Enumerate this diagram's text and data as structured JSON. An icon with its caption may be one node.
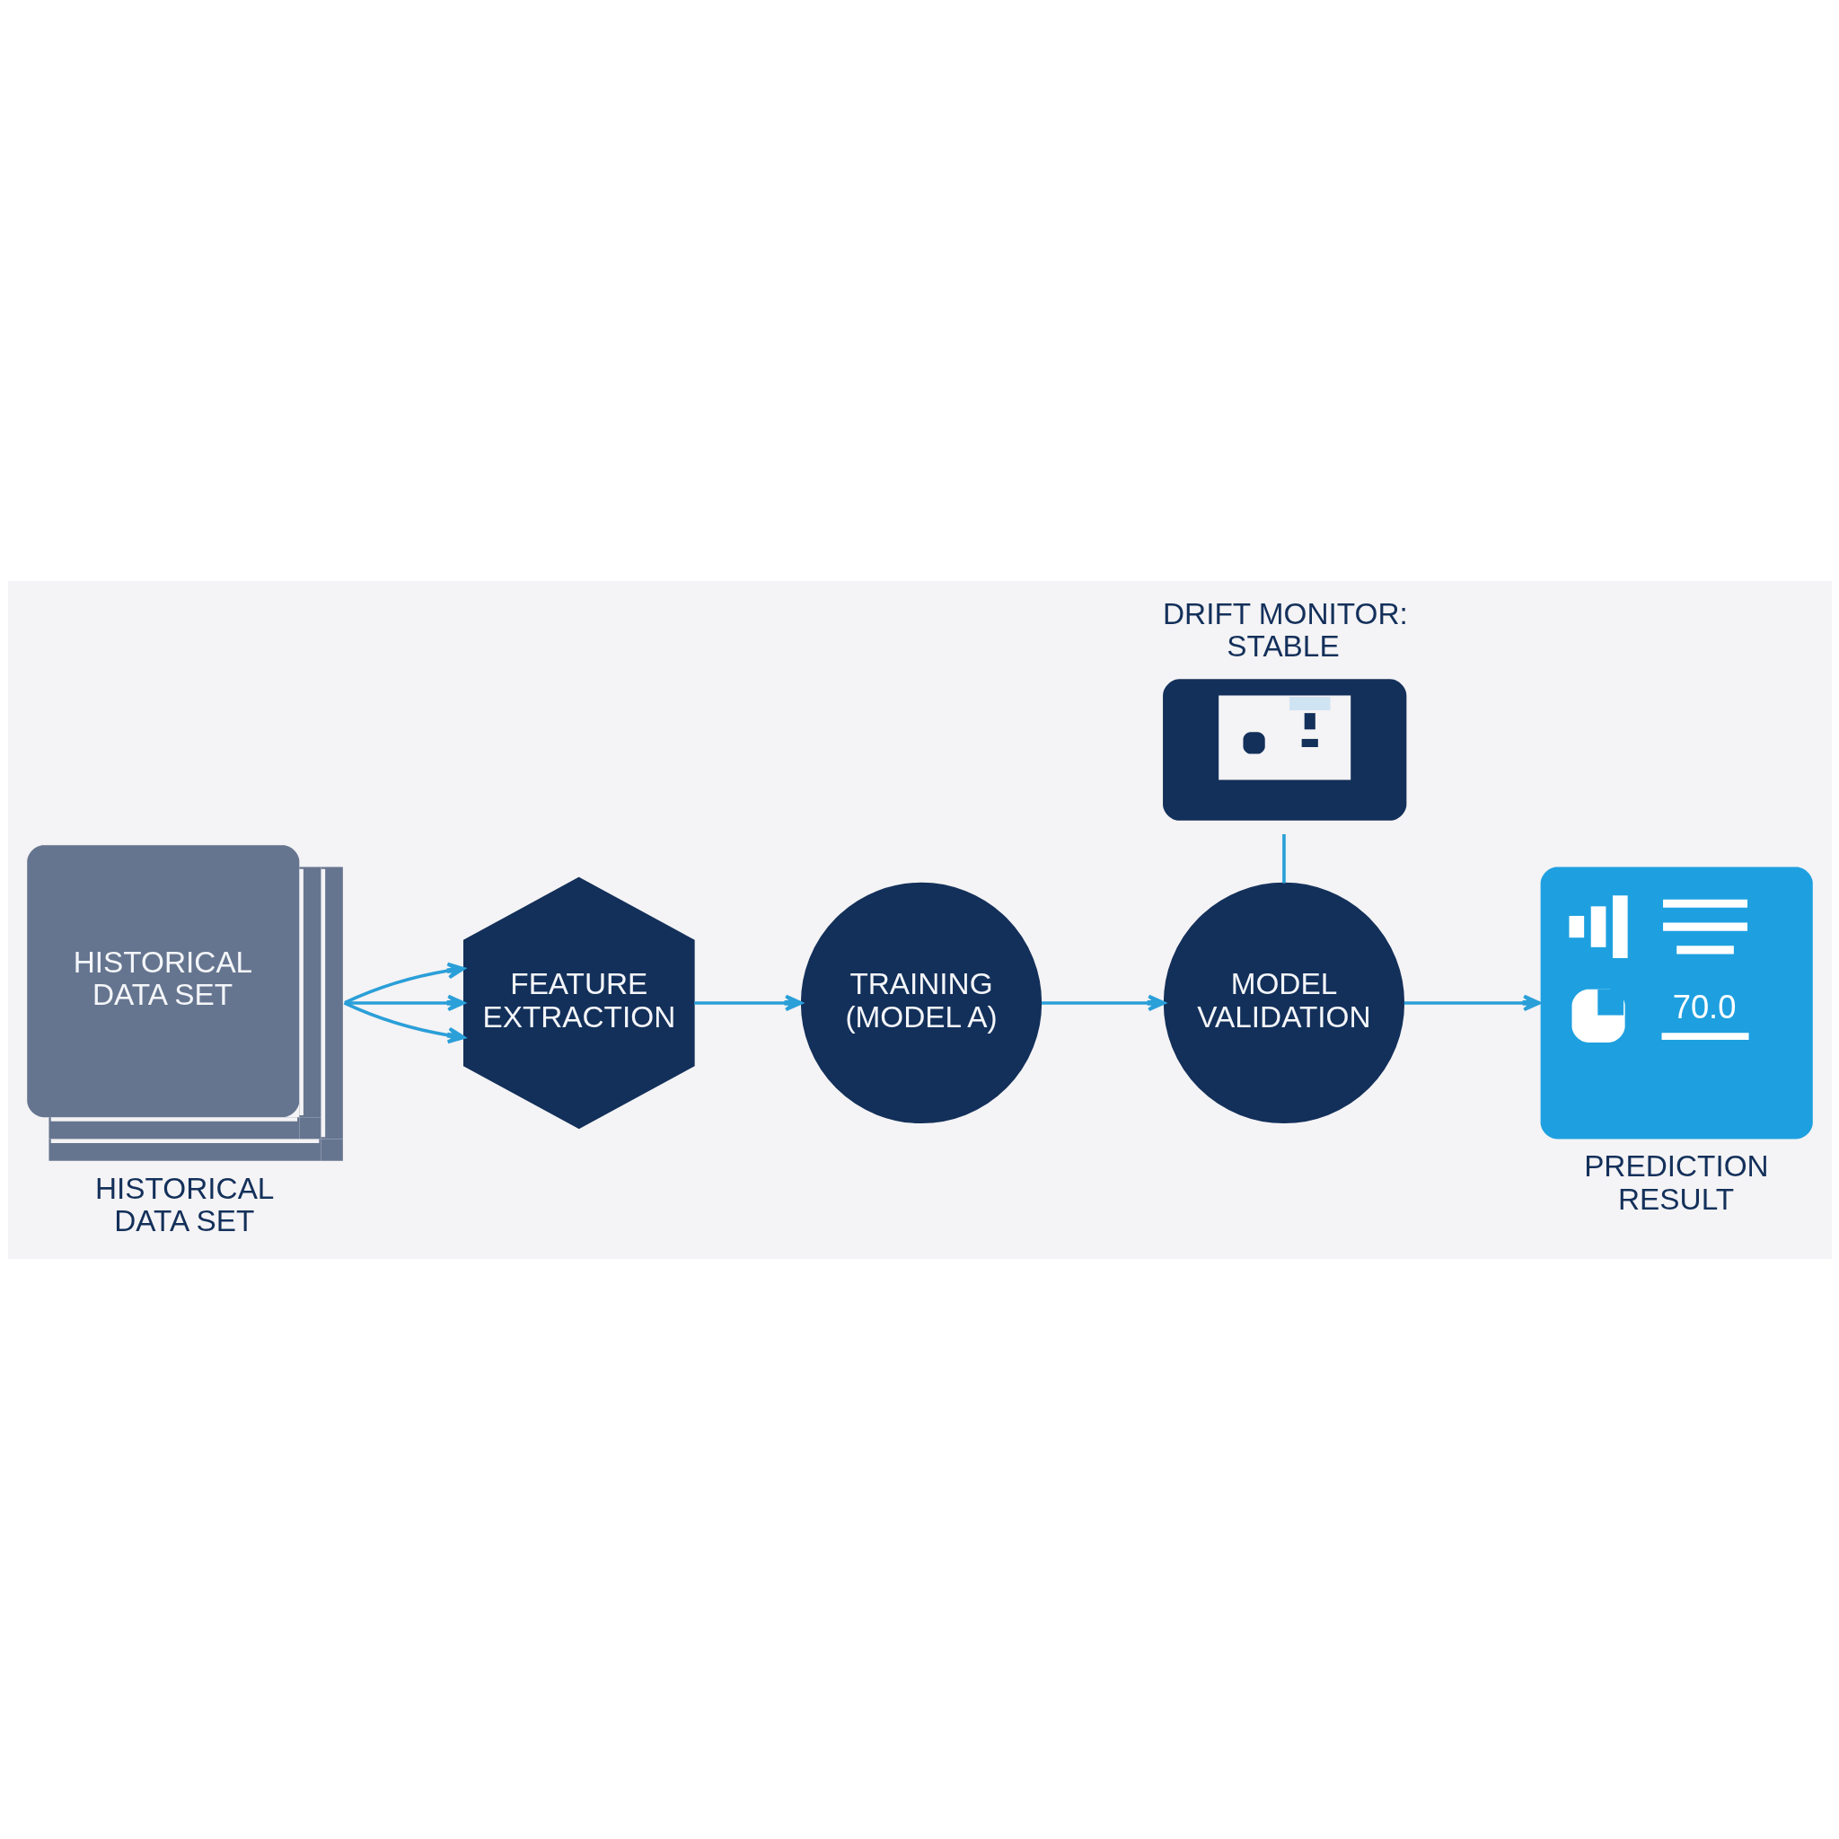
{
  "diagram": {
    "nodes": [
      {
        "text": [
          "HISTORICAL DATA SET"
        ],
        "beside": [
          "HISTORICAL DATA SET"
        ]
      },
      {
        "text": [
          "FEATURE EXTRACTION"
        ]
      },
      {
        "text": [
          "TRAINING (MODEL A)"
        ]
      },
      {
        "text": [
          "MODEL VALIDATION"
        ]
      },
      {
        "text": [],
        "shape": "picture",
        "beside": [
          "DRIFT MONITOR: STABLE"
        ]
      },
      {
        "text": [
          "70.0"
        ],
        "beside": [
          "PREDICTION RESULT"
        ]
      }
    ],
    "edges": [
      {
        "from": 0,
        "to": 1,
        "arrow": "to"
      },
      {
        "from": 0,
        "to": 1,
        "arrow": "to"
      },
      {
        "from": 0,
        "to": 1,
        "arrow": "to"
      },
      {
        "from": 1,
        "to": 2,
        "arrow": "to"
      },
      {
        "from": 2,
        "to": 3,
        "arrow": "to"
      },
      {
        "from": 4,
        "to": 3,
        "arrow": "none"
      },
      {
        "from": 3,
        "to": 5,
        "arrow": "to"
      }
    ]
  }
}
